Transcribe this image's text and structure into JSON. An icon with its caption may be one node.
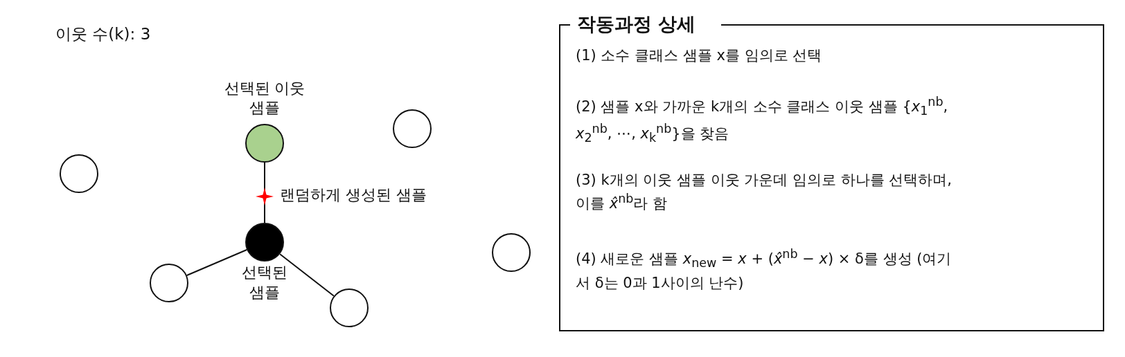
{
  "diagram": {
    "nodes": [
      {
        "text": [
          "선택된 이웃 샘플"
        ]
      },
      {
        "text": [],
        "shape": "star",
        "beside": [
          "랜덤하게 생성된 샘플"
        ]
      },
      {
        "text": [
          "선택된 샘플"
        ]
      },
      {
        "text": [],
        "shape": "circle"
      },
      {
        "text": [],
        "shape": "circle"
      },
      {
        "text": [],
        "shape": "circle"
      },
      {
        "text": [],
        "shape": "circle"
      },
      {
        "text": [],
        "shape": "circle"
      },
      {
        "text": [
          "작동과정 상세",
          "(1) 소수 클래스 샘플 x를 임의로 선택",
          "(2) 샘플 x와 가까운 k개의 소수 클래스 이웃 샘플 {*x*$_{1}$$^{nb}$, *x*$_{2}$$^{nb}$, ⋯, *x*$_{k}$$^{nb}$}을 찾음",
          "(3) k개의 이웃 샘플 이웃 가운데 임의로 하나를 선택하며, 이를 *x̂*$^{nb}$라 함",
          "(4) 새로운 샘플 *x*$_{new}$ = *x* + (*x̂*$^{nb}$ − *x*) × δ를 생성 (여기서 δ는 0과 1사이의 난수)"
        ]
      }
    ],
    "edges": [
      {
        "from": 0,
        "to": 1,
        "arrow": "none"
      },
      {
        "from": 1,
        "to": 2,
        "arrow": "none"
      },
      {
        "from": 2,
        "to": 5,
        "arrow": "none"
      },
      {
        "from": 2,
        "to": 6,
        "arrow": "none"
      }
    ],
    "labels": [
      "이웃 수(k): 3"
    ]
  }
}
